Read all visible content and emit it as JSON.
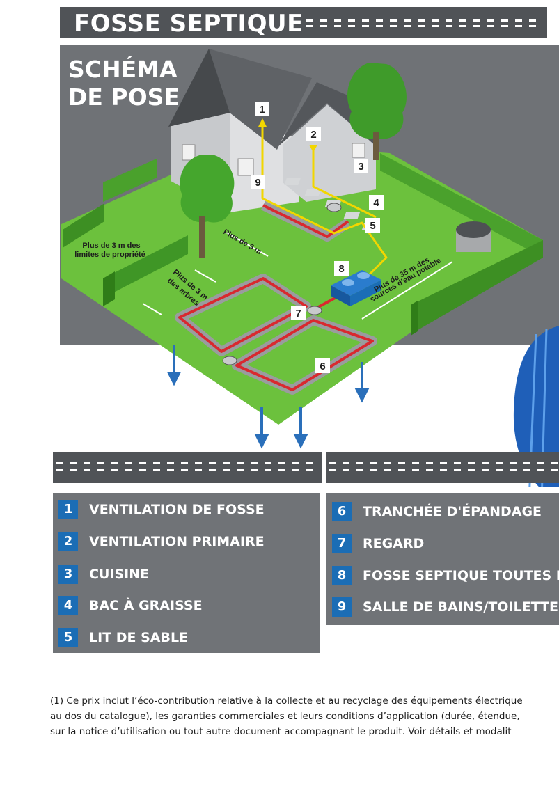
{
  "header": {
    "title": "FOSSE SEPTIQUE"
  },
  "diagram": {
    "title_line1": "SCHÉMA",
    "title_line2": "DE POSE",
    "markers": [
      "1",
      "2",
      "3",
      "4",
      "5",
      "6",
      "7",
      "8",
      "9"
    ],
    "distance_labels": {
      "limits_line1": "Plus de 3 m des",
      "limits_line2": "limites de propriété",
      "house": "Plus de 5 m",
      "trees_line1": "Plus de 3 m",
      "trees_line2": "des arbres",
      "water_line1": "Plus de 35 m des",
      "water_line2": "sources d'eau potable"
    },
    "colors": {
      "lawn": "#6cc13d",
      "pipe_red": "#d9282f",
      "pipe_yellow": "#f2d600",
      "tank_blue": "#1b6db5",
      "arrow_blue": "#2a6fba"
    }
  },
  "legend": {
    "left": [
      {
        "num": "1",
        "label": "VENTILATION DE FOSSE"
      },
      {
        "num": "2",
        "label": "VENTILATION PRIMAIRE"
      },
      {
        "num": "3",
        "label": "CUISINE"
      },
      {
        "num": "4",
        "label": "BAC À GRAISSE"
      },
      {
        "num": "5",
        "label": "LIT DE SABLE"
      }
    ],
    "right": [
      {
        "num": "6",
        "label": "TRANCHÉE D'ÉPANDAGE"
      },
      {
        "num": "7",
        "label": "REGARD"
      },
      {
        "num": "8",
        "label": "FOSSE SEPTIQUE TOUTES EA"
      },
      {
        "num": "9",
        "label": "SALLE DE BAINS/TOILETTES"
      }
    ]
  },
  "footnote": {
    "line1": "(1) Ce prix inclut l’éco-contribution relative à la collecte et au recyclage des équipements électrique",
    "line2": "au dos du catalogue), les garanties commerciales et leurs conditions d’application (durée, étendue,",
    "line3": "sur la notice d’utilisation ou tout autre document accompagnant le produit. Voir détails et modalit"
  }
}
